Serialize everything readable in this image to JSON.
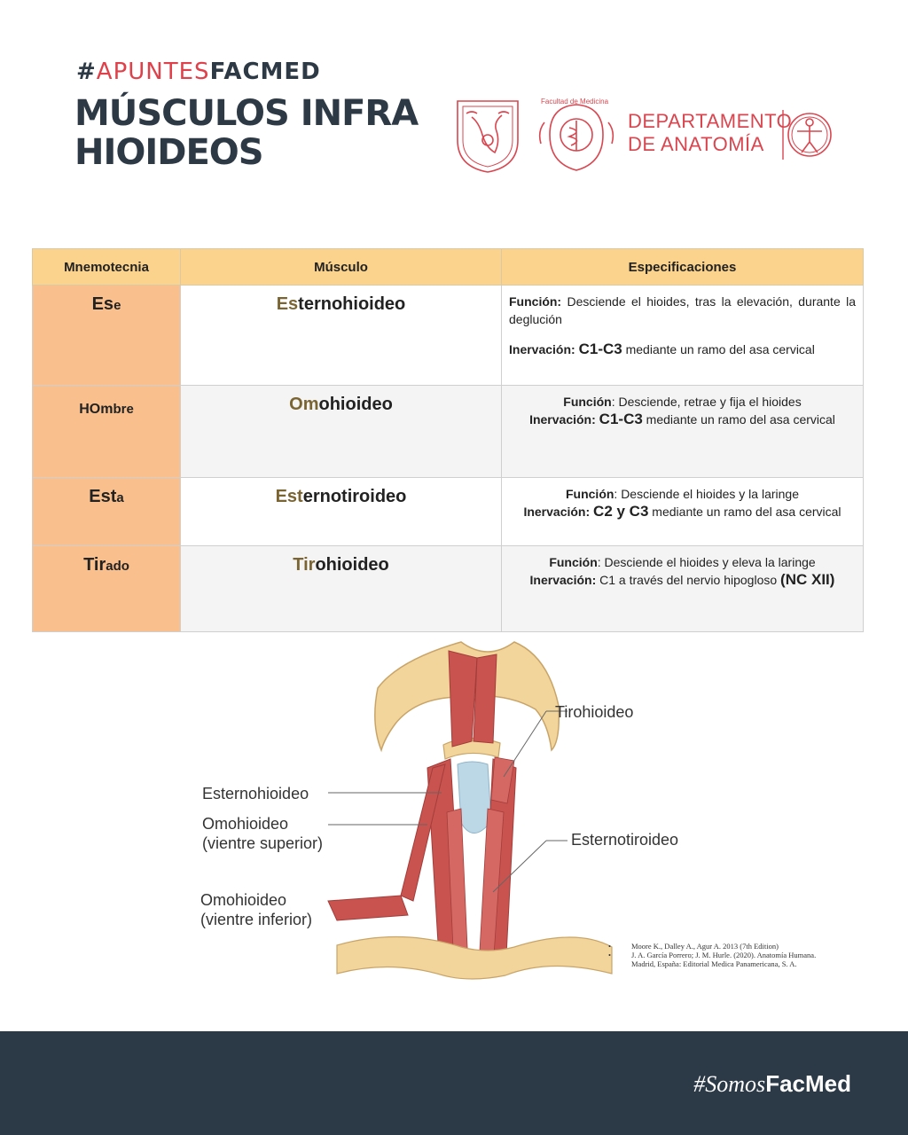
{
  "header": {
    "hash": "#",
    "tag_red": "APUNTES",
    "tag_dark": "FACMED",
    "title_line1": "MÚSCULOS INFRA",
    "title_line2": "HIOIDEOS",
    "facmed_label": "Facultad de Medicina",
    "dept_line1": "DEPARTAMENTO",
    "dept_line2": "DE ANATOMÍA",
    "brand_color": "#d9464f"
  },
  "table": {
    "headers": [
      "Mnemotecnia",
      "Músculo",
      "Especificaciones"
    ],
    "rows": [
      {
        "mnemo_big": "Es",
        "mnemo_small": "e",
        "musc_hl": "Es",
        "musc_rest": "ternohioideo",
        "funcion_label": "Función:",
        "funcion_text": " Desciende el hioides, tras la elevación, durante la deglución",
        "inerv_label": "Inervación:",
        "inerv_big": "C1-C3",
        "inerv_text": " mediante un ramo del asa cervical"
      },
      {
        "mnemo_big": "HOm",
        "mnemo_small": "bre",
        "musc_hl": "Om",
        "musc_rest": "ohioideo",
        "funcion_label": "Función",
        "funcion_text": ": Desciende, retrae y fija el hioides",
        "inerv_label": "Inervación:",
        "inerv_big": "C1-C3",
        "inerv_text": " mediante un ramo del asa cervical"
      },
      {
        "mnemo_big": "Est",
        "mnemo_small": "a",
        "musc_hl": "Est",
        "musc_rest": "ernotiroideo",
        "funcion_label": "Función",
        "funcion_text": ": Desciende el hioides y la laringe",
        "inerv_label": "Inervación:",
        "inerv_big": "C2 y C3",
        "inerv_text": " mediante un ramo del asa cervical"
      },
      {
        "mnemo_big": "Tir",
        "mnemo_small": "ado",
        "musc_hl": "Tir",
        "musc_rest": "ohioideo",
        "funcion_label": "Función",
        "funcion_text": ": Desciende el hioides y eleva la laringe",
        "inerv_label": "Inervación:",
        "inerv_text": "  C1 a través del nervio hipogloso ",
        "inerv_big": "(NC XII)"
      }
    ]
  },
  "figure": {
    "labels": {
      "tirohioideo": "Tirohioideo",
      "esternohioideo": "Esternohioideo",
      "omo_sup_1": "Omohioideo",
      "omo_sup_2": "(vientre superior)",
      "esternotiroideo": "Esternotiroideo",
      "omo_inf_1": "Omohioideo",
      "omo_inf_2": "(vientre inferior)"
    },
    "muscle_color": "#c9534f",
    "bone_color": "#f2d59b"
  },
  "references": {
    "bullet": "•",
    "ref1": "Moore K., Dalley A., Agur A. 2013 (7th Edition)",
    "ref2a": "J. A. García Porrero; J. M. Hurle. (2020). Anatomía Humana.",
    "ref2b": "Madrid, España: Editorial Medica Panamericana, S. A."
  },
  "footer": {
    "tag_italic": "#Somos",
    "tag_bold": "FacMed",
    "bg_color": "#2c3947"
  }
}
